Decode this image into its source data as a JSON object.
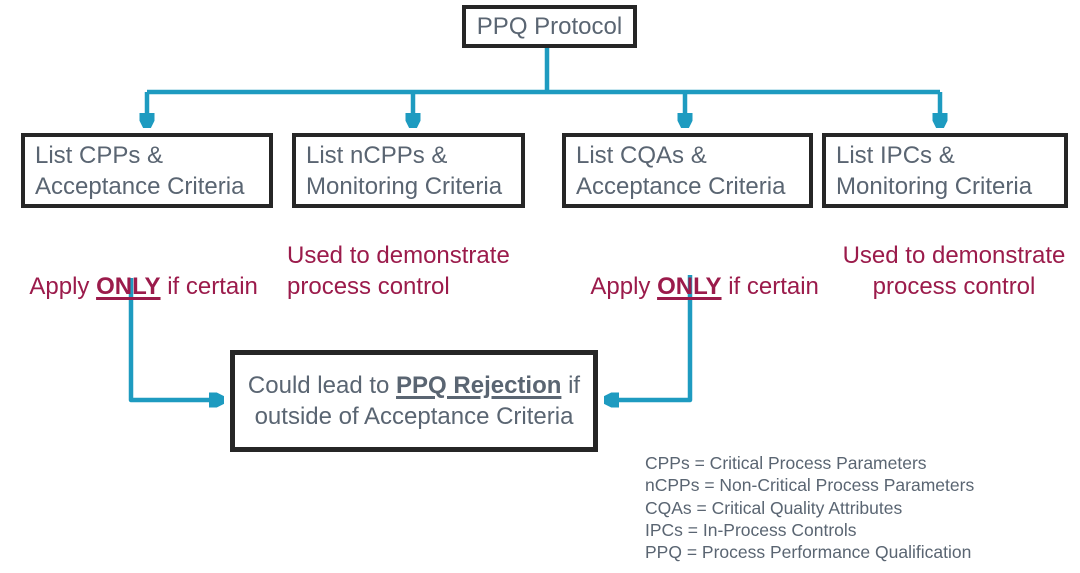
{
  "colors": {
    "accent-teal": "#1E9BC0",
    "text-gray": "#5A6572",
    "text-maroon": "#9B1B4B",
    "box-border": "#262626",
    "bg": "#FFFFFF"
  },
  "top_box": {
    "label": "PPQ Protocol"
  },
  "branch_boxes": [
    {
      "label": "List CPPs &\nAcceptance Criteria"
    },
    {
      "label": "List nCPPs &\nMonitoring Criteria"
    },
    {
      "label": "List CQAs &\nAcceptance Criteria"
    },
    {
      "label": "List IPCs &\nMonitoring Criteria"
    }
  ],
  "annotations": [
    {
      "prefix": "Apply ",
      "emphasis": "ONLY",
      "suffix": " if certain"
    },
    {
      "text": "Used to demonstrate\nprocess control"
    },
    {
      "prefix": "Apply ",
      "emphasis": "ONLY",
      "suffix": " if certain"
    },
    {
      "text": "Used to demonstrate\nprocess control"
    }
  ],
  "rejection_box": {
    "prefix": "Could lead to ",
    "emphasis": "PPQ Rejection",
    "suffix": " if outside of Acceptance Criteria"
  },
  "legend": {
    "lines": [
      "CPPs = Critical Process Parameters",
      "nCPPs = Non-Critical Process Parameters",
      "CQAs = Critical Quality Attributes",
      "IPCs = In-Process Controls",
      "PPQ = Process Performance Qualification"
    ]
  }
}
